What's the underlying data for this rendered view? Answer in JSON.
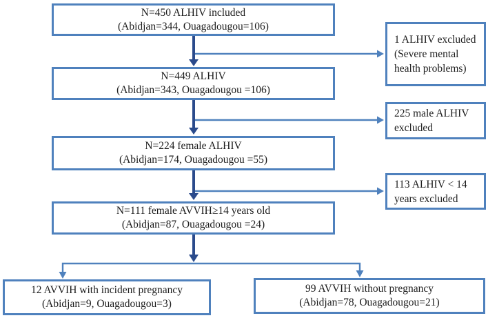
{
  "diagram": {
    "type": "study-flowchart",
    "colors": {
      "box_border": "#4f81bd",
      "dark_arrow": "#2b4b8c",
      "light_arrow": "#4f81bd",
      "text": "#1c1c1c",
      "background": "#ffffff"
    },
    "main_boxes": [
      {
        "line1": "N=450 ALHIV included",
        "line2": "(Abidjan=344, Ouagadougou=106)"
      },
      {
        "line1": "N=449 ALHIV",
        "line2": "(Abidjan=343, Ouagadougou =106)"
      },
      {
        "line1": "N=224 female ALHIV",
        "line2": "(Abidjan=174, Ouagadougou =55)"
      },
      {
        "line1": "N=111 female AVVIH≥14 years old",
        "line2": "(Abidjan=87, Ouagadougou =24)"
      }
    ],
    "exclusion_boxes": [
      {
        "text": "1 ALHIV excluded (Severe mental health problems)"
      },
      {
        "text": "225 male ALHIV excluded"
      },
      {
        "text": "113 ALHIV < 14 years excluded"
      }
    ],
    "outcome_boxes": [
      {
        "line1": "12 AVVIH with incident pregnancy",
        "line2": "(Abidjan=9, Ouagadougou=3)"
      },
      {
        "line1": "99 AVVIH without pregnancy",
        "line2": "(Abidjan=78, Ouagadougou=21)"
      }
    ]
  }
}
